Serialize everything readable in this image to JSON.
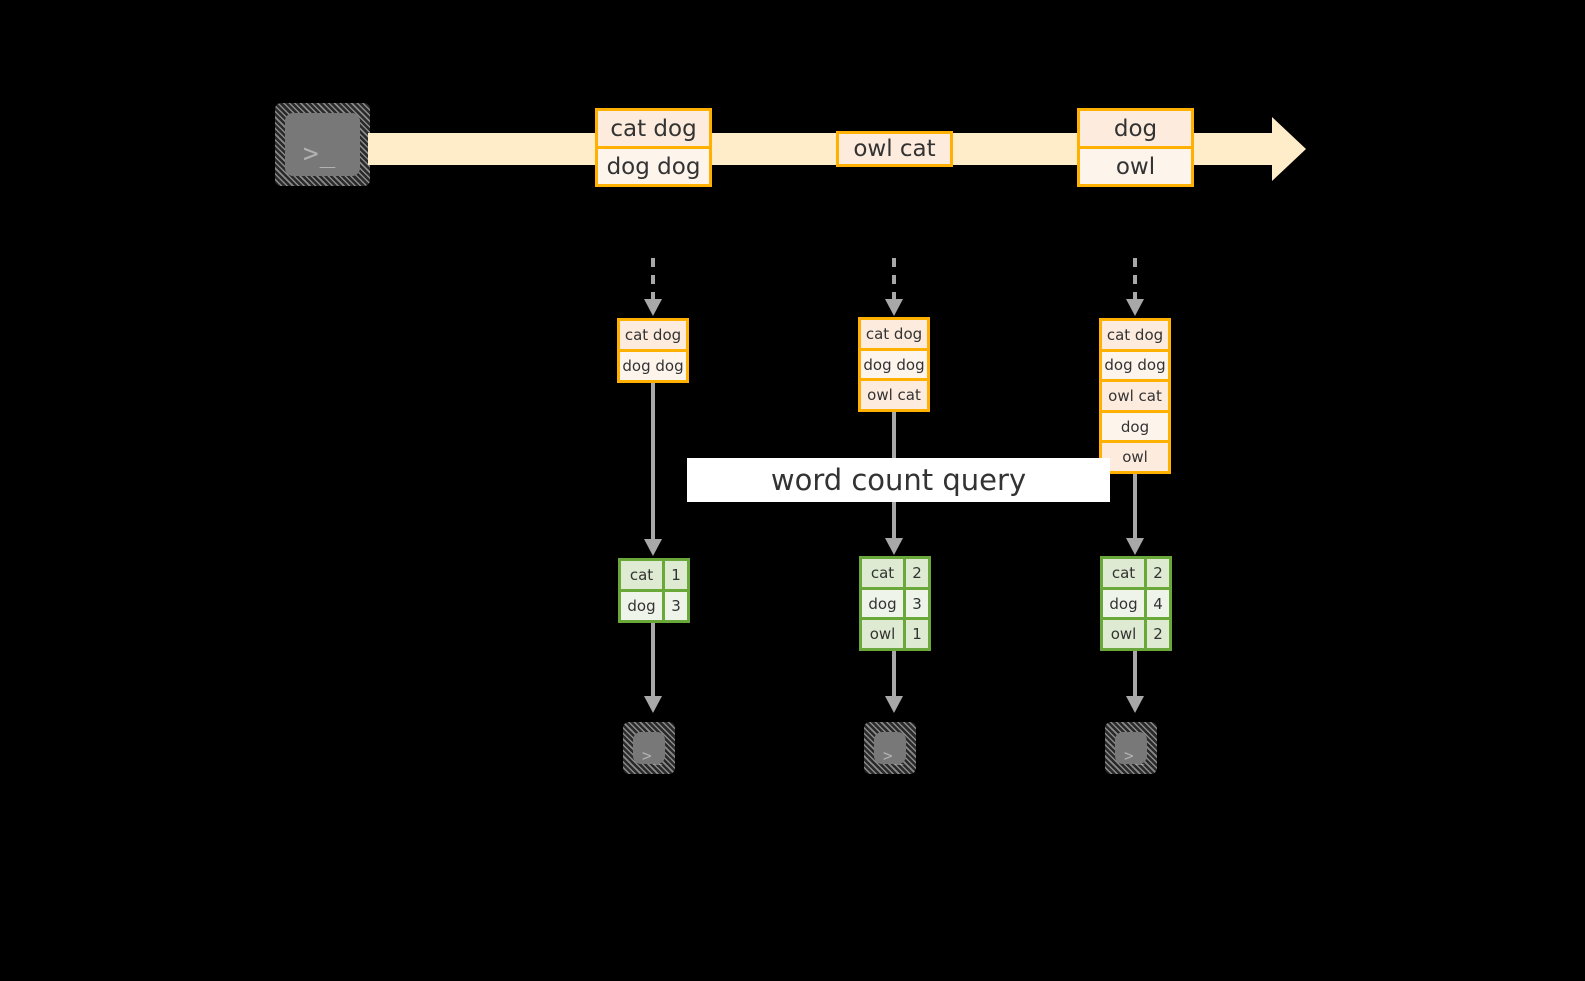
{
  "diagram": {
    "title": "word count query streaming diagram",
    "colors": {
      "background": "#000000",
      "stream_fill": "#ffedc9",
      "record_border": "#ffb000",
      "record_fill": "#fdecdd",
      "record_fill_alt": "#fdf4ec",
      "result_border": "#6aa83a",
      "result_fill": "#dfead2",
      "result_fill_alt": "#eff4ea",
      "arrow_gray": "#a8a8a8",
      "terminal_body": "#787878",
      "label_bg": "#ffffff",
      "text": "#333333"
    }
  },
  "source": {
    "icon": "terminal-icon",
    "glyph": ">_"
  },
  "stream": {
    "direction": "left-to-right",
    "arrowhead": "arrow-right",
    "groups": [
      {
        "id": "group-1",
        "lines": [
          "cat dog",
          "dog dog"
        ]
      },
      {
        "id": "group-2",
        "lines": [
          "owl cat"
        ]
      },
      {
        "id": "group-3",
        "lines": [
          "dog",
          "owl"
        ]
      }
    ]
  },
  "query": {
    "label": "word count query"
  },
  "snapshots": [
    {
      "id": "snapshot-1",
      "input_lines": [
        "cat dog",
        "dog dog"
      ],
      "result": {
        "rows": [
          {
            "word": "cat",
            "count": "1"
          },
          {
            "word": "dog",
            "count": "3"
          }
        ]
      },
      "sink": {
        "icon": "terminal-icon",
        "glyph": ">_"
      }
    },
    {
      "id": "snapshot-2",
      "input_lines": [
        "cat dog",
        "dog dog",
        "owl cat"
      ],
      "result": {
        "rows": [
          {
            "word": "cat",
            "count": "2"
          },
          {
            "word": "dog",
            "count": "3"
          },
          {
            "word": "owl",
            "count": "1"
          }
        ]
      },
      "sink": {
        "icon": "terminal-icon",
        "glyph": ">_"
      }
    },
    {
      "id": "snapshot-3",
      "input_lines": [
        "cat dog",
        "dog dog",
        "owl cat",
        "dog",
        "owl"
      ],
      "result": {
        "rows": [
          {
            "word": "cat",
            "count": "2"
          },
          {
            "word": "dog",
            "count": "4"
          },
          {
            "word": "owl",
            "count": "2"
          }
        ]
      },
      "sink": {
        "icon": "terminal-icon",
        "glyph": ">_"
      }
    }
  ]
}
